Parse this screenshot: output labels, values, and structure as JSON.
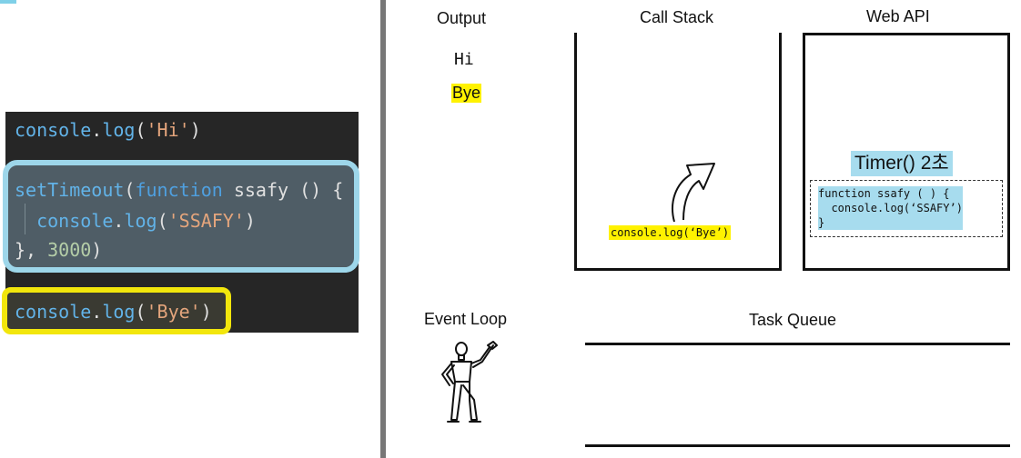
{
  "code_panel": {
    "line_hi": {
      "fn": "console",
      "dot": ".",
      "method": "log",
      "open": "(",
      "arg": "'Hi'",
      "close": ")"
    },
    "set_timeout": {
      "l1_fn": "setTimeout",
      "l1_open": "(",
      "l1_kw": "function",
      "l1_name": " ssafy ",
      "l1_rest": "() {",
      "l2_fn": "console",
      "l2_dot": ".",
      "l2_method": "log",
      "l2_open": "(",
      "l2_arg": "'SSAFY'",
      "l2_close": ")",
      "l3_close": "}, ",
      "l3_num": "3000",
      "l3_end": ")"
    },
    "line_bye": {
      "fn": "console",
      "dot": ".",
      "method": "log",
      "open": "(",
      "arg": "'Bye'",
      "close": ")"
    }
  },
  "output": {
    "title": "Output",
    "lines": [
      "Hi",
      "Bye"
    ]
  },
  "call_stack": {
    "title": "Call Stack",
    "item": "console.log(‘Bye’)"
  },
  "web_api": {
    "title": "Web API",
    "timer": "Timer() 2초",
    "callback_lines": [
      "function ssafy ( ) {",
      "  console.log(‘SSAFY’)",
      "}"
    ]
  },
  "event_loop": {
    "title": "Event Loop"
  },
  "task_queue": {
    "title": "Task Queue"
  },
  "colors": {
    "highlight_yellow": "#fff200",
    "highlight_blue": "#a7dcee",
    "editor_bg": "#262626"
  }
}
